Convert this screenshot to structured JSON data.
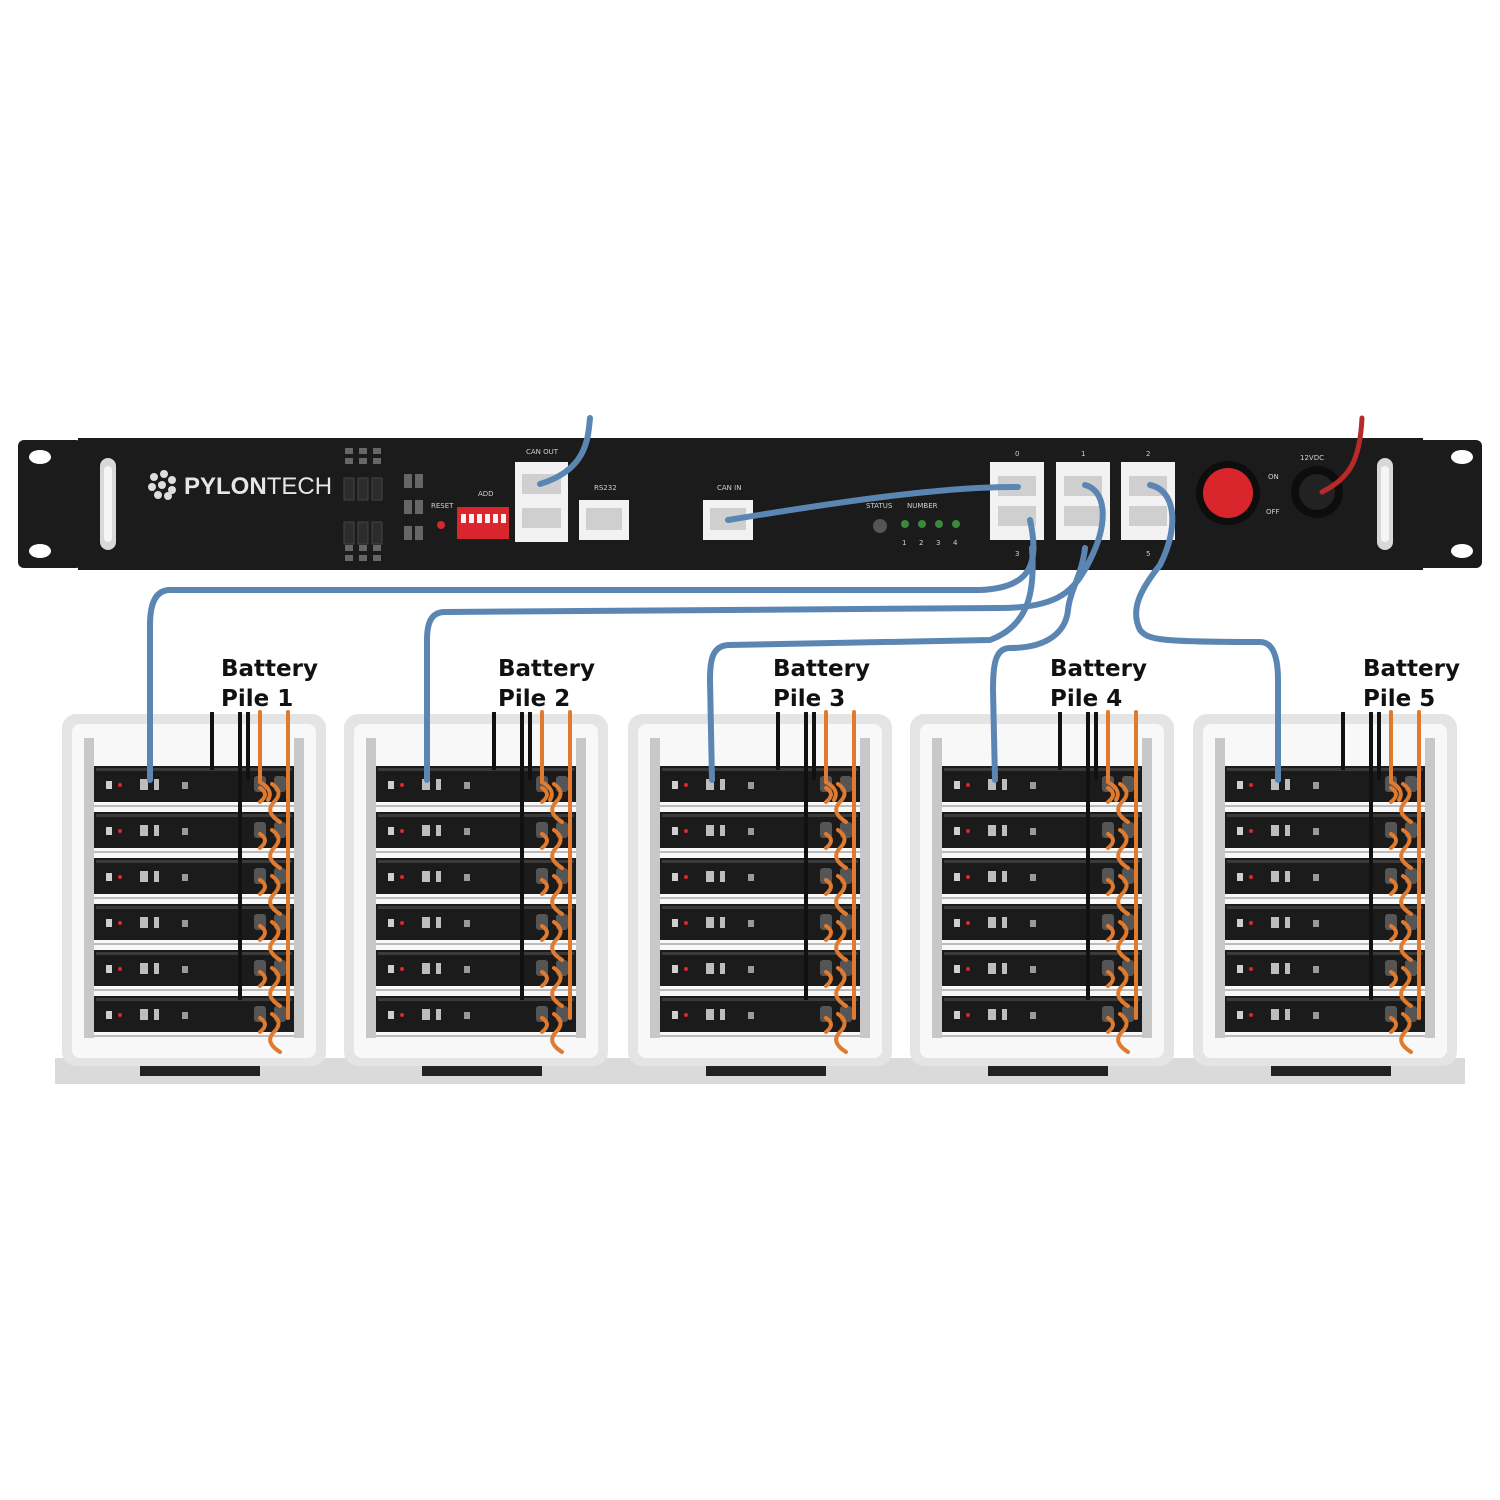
{
  "brand": {
    "name_bold": "PYLON",
    "name_light": "TECH"
  },
  "controller": {
    "ports_top_labels": [
      "0",
      "1",
      "2"
    ],
    "ports_bottom_labels": [
      "3",
      "4",
      "5"
    ],
    "can_out_label": "CAN OUT",
    "rs232_label": "RS232",
    "can_in_label": "CAN IN",
    "reset_label": "RESET",
    "addr_label": "ADD",
    "status_label": "STATUS",
    "number_label": "NUMBER",
    "led_numbers": [
      "1",
      "2",
      "3",
      "4"
    ],
    "on_label": "ON",
    "off_label": "OFF",
    "power_label": "12VDC"
  },
  "piles": [
    {
      "line1": "Battery",
      "line2": "Pile 1"
    },
    {
      "line1": "Battery",
      "line2": "Pile 2"
    },
    {
      "line1": "Battery",
      "line2": "Pile 3"
    },
    {
      "line1": "Battery",
      "line2": "Pile 4"
    },
    {
      "line1": "Battery",
      "line2": "Pile 5"
    }
  ],
  "modules_per_pile": 6,
  "colors": {
    "panel": "#1b1b1b",
    "comm_cable": "#5b86b3",
    "power_cable": "#e07a2e",
    "dc_cable": "#111111",
    "red_button": "#d8262c",
    "dip_switch": "#d8262c",
    "rack_frame": "#e4e4e4",
    "led_green": "#3a8a3a"
  }
}
